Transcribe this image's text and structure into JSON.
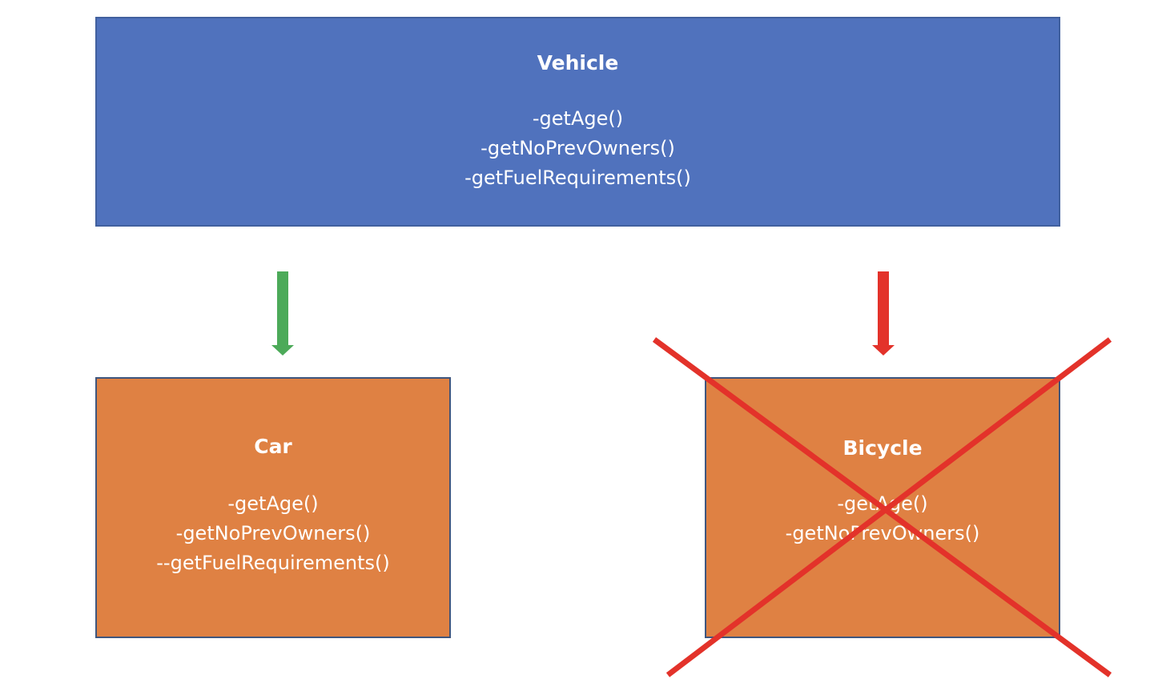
{
  "colors": {
    "vehicle_fill": "#5072bd",
    "child_fill": "#df8143",
    "allowed_arrow": "#4caa59",
    "rejected_arrow": "#e3322a",
    "cross": "#e3322a"
  },
  "vehicle": {
    "title": "Vehicle",
    "methods": [
      "-getAge()",
      "-getNoPrevOwners()",
      "-getFuelRequirements()"
    ]
  },
  "car": {
    "title": "Car",
    "methods": [
      "-getAge()",
      "-getNoPrevOwners()",
      "--getFuelRequirements()"
    ]
  },
  "bicycle": {
    "title": "Bicycle",
    "methods": [
      "-getAge()",
      "-getNoPrevOwners()"
    ],
    "status": "rejected"
  },
  "icons": {
    "car_arrow": "down-arrow-icon",
    "bicycle_arrow": "down-arrow-icon",
    "bicycle_cross": "cross-out-icon"
  }
}
